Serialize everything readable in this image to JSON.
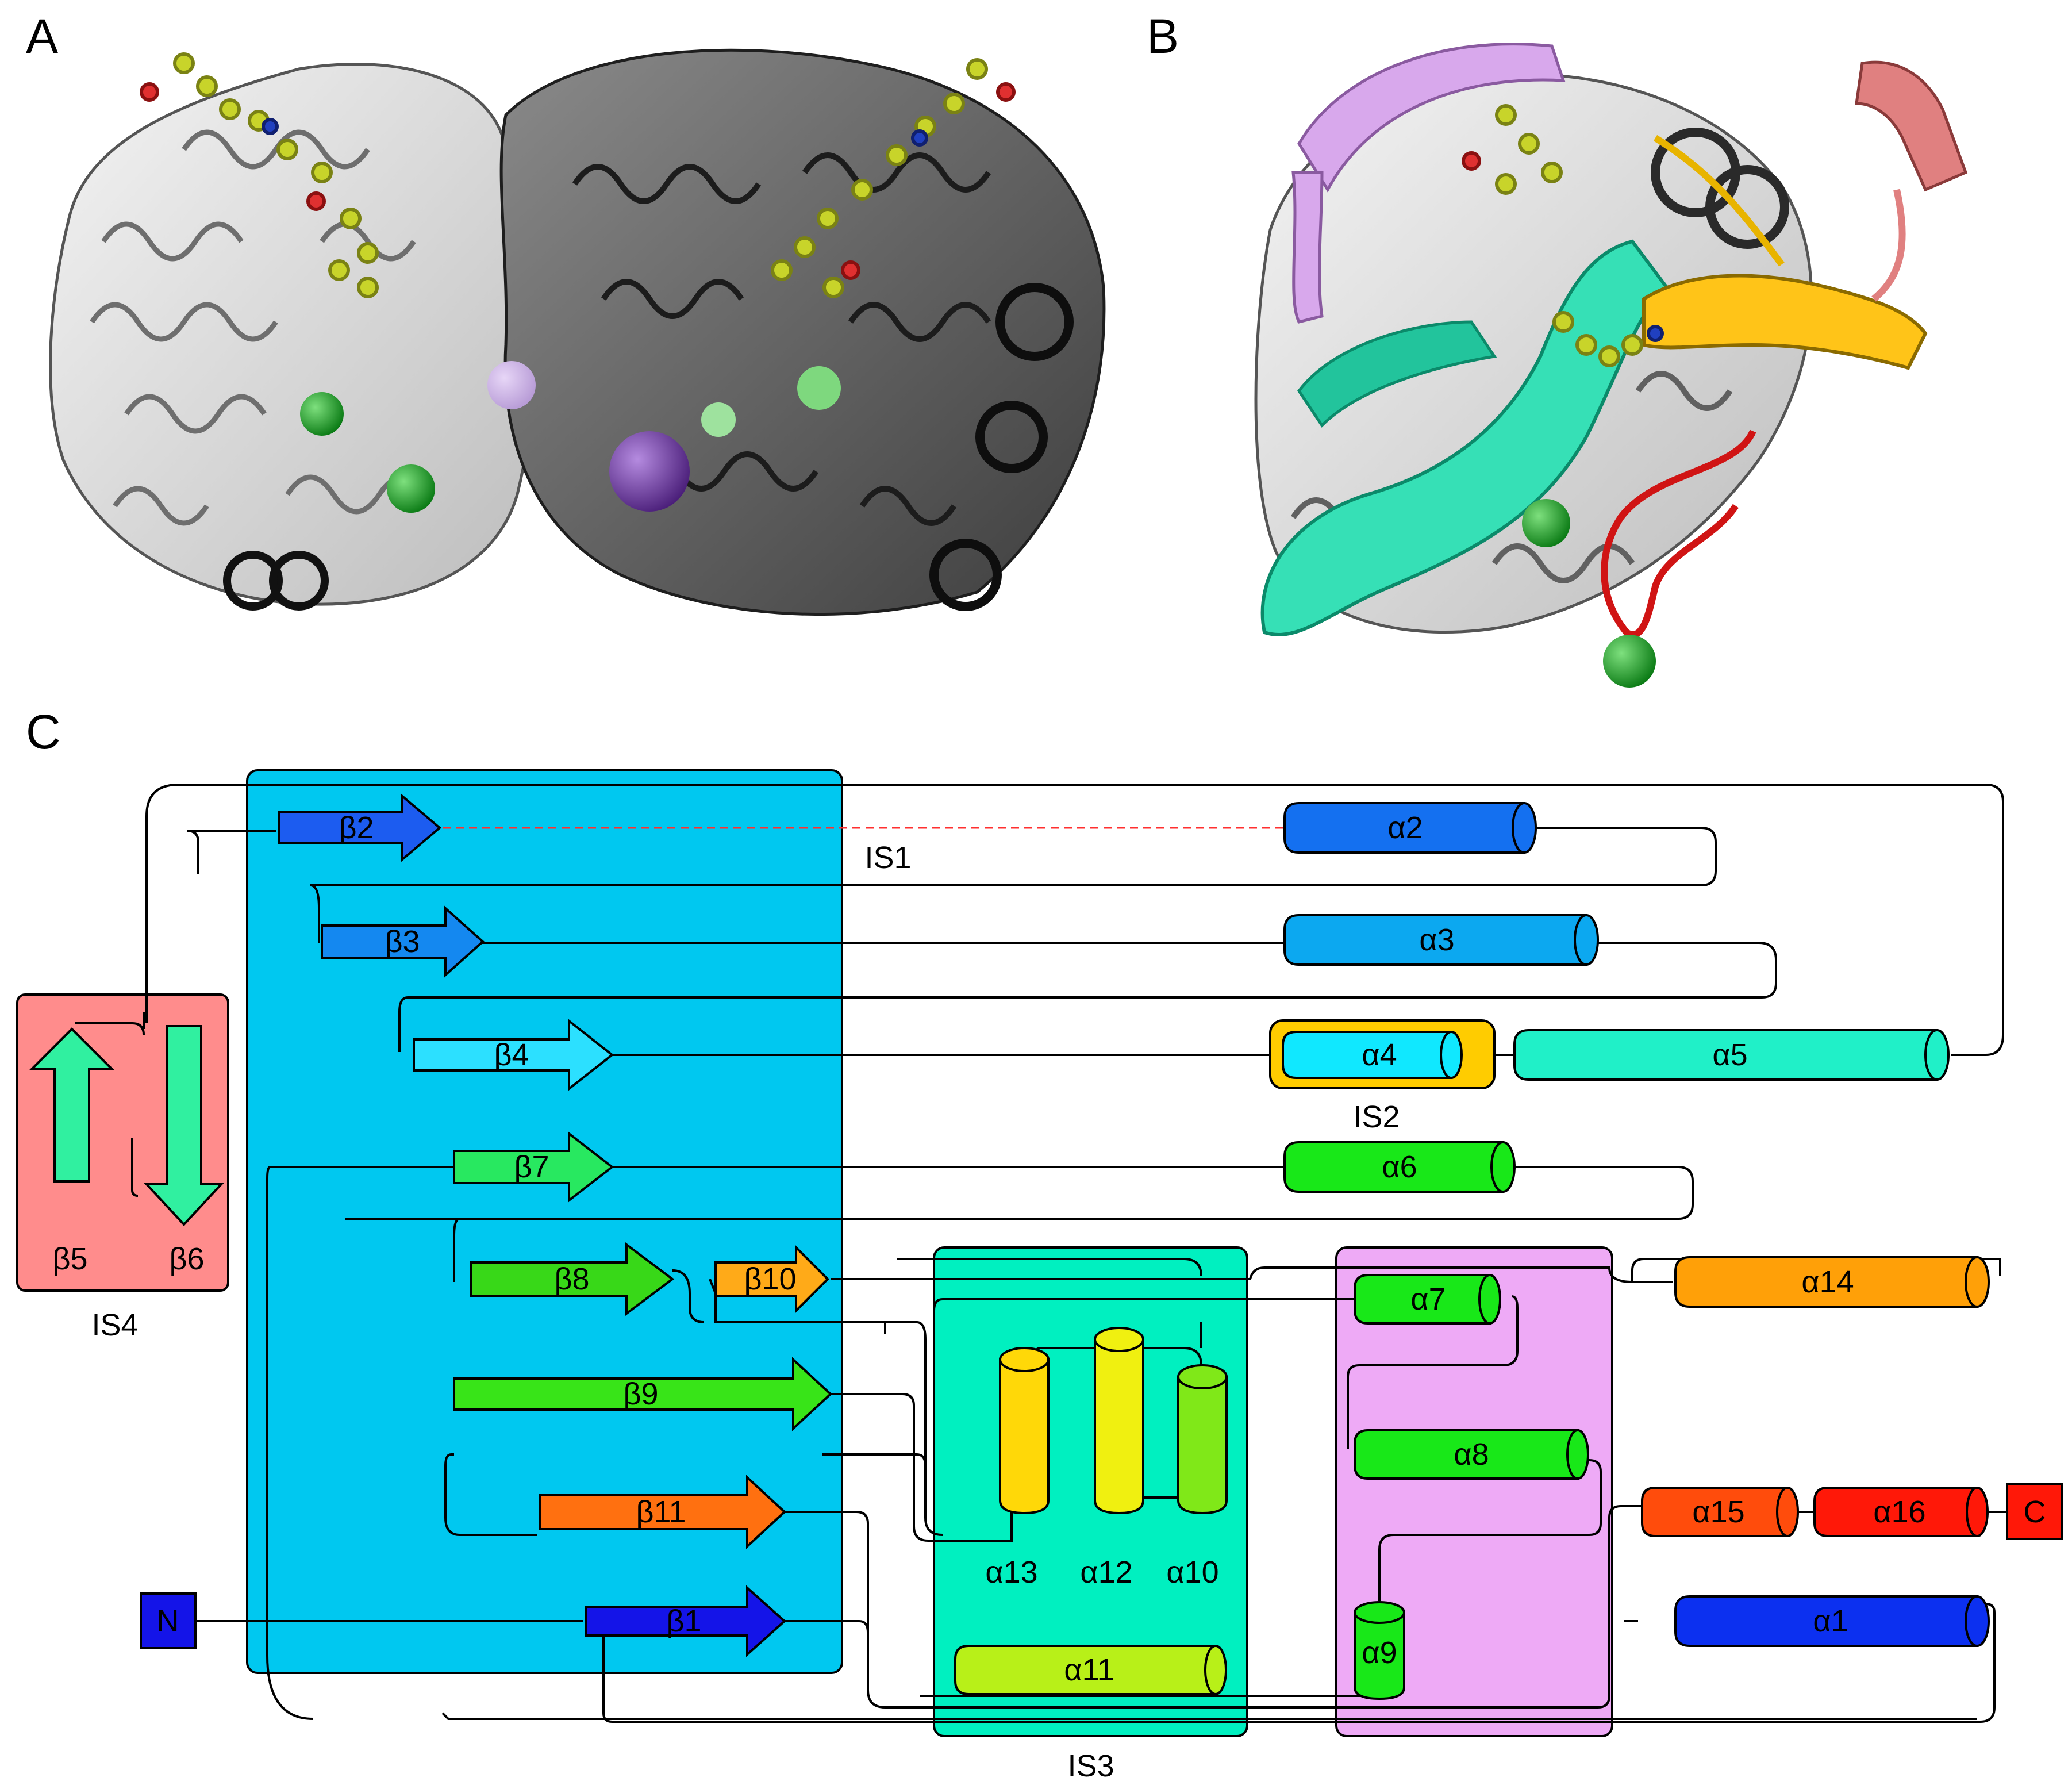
{
  "panels": {
    "a": {
      "label": "A"
    },
    "b": {
      "label": "B"
    },
    "c": {
      "label": "C"
    }
  },
  "topology": {
    "terminals": {
      "n": "N",
      "c": "C"
    },
    "regions": {
      "is1": "IS1",
      "is2": "IS2",
      "is3": "IS3",
      "is4": "IS4"
    },
    "strands": {
      "b1": "β1",
      "b2": "β2",
      "b3": "β3",
      "b4": "β4",
      "b5": "β5",
      "b6": "β6",
      "b7": "β7",
      "b8": "β8",
      "b9": "β9",
      "b10": "β10",
      "b11": "β11"
    },
    "helices": {
      "a1": "α1",
      "a2": "α2",
      "a3": "α3",
      "a4": "α4",
      "a5": "α5",
      "a6": "α6",
      "a7": "α7",
      "a8": "α8",
      "a9": "α9",
      "a10": "α10",
      "a11": "α11",
      "a12": "α12",
      "a13": "α13",
      "a14": "α14",
      "a15": "α15",
      "a16": "α16"
    }
  },
  "colors": {
    "domain_box": "#00c8f0",
    "is3_box": "#00f0c0",
    "is4_box": "#ff8c8c",
    "lilac_box": "#eeaaf6",
    "is2_frame": "#ffcc00",
    "is1_link": "#ff3030",
    "chain_a": "#e0e0e0",
    "chain_b": "#606060",
    "sodium": "#1faa2a",
    "potassium": "#7a3fa6"
  }
}
